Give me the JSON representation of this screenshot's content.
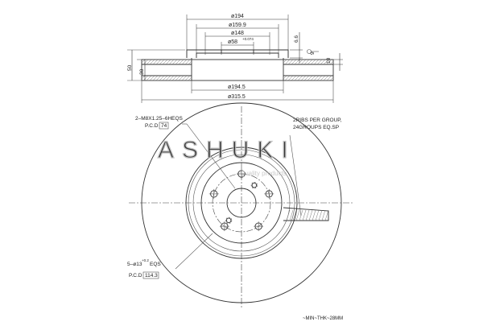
{
  "section": {
    "dims": {
      "d194": "ø194",
      "d159_9": "ø159.9",
      "d148": "ø148",
      "d58": "ø58",
      "d58_tol": "+0.074",
      "d194_5": "ø194.5",
      "d315_5": "ø315.5",
      "h6_6": "6.6",
      "h9": "9",
      "h10": "10",
      "h50": "50",
      "h30": "30"
    }
  },
  "front": {
    "bolt_note": "2–M8X1.25–6HEQS",
    "bolt_pcd_label": "P.C.D",
    "bolt_pcd_value": "74",
    "ribs_line1": "2RIBS PER GROUP,",
    "ribs_line2": "24GROUPS EQ.SP",
    "holes_note": "5–ø13",
    "holes_tol": "+0.2",
    "holes_suffix": "EQS",
    "holes_pcd_label": "P.C.D",
    "holes_pcd_value": "114.3",
    "min_thk": "~MIN~THK~28MM"
  },
  "watermark": {
    "brand": "ASHUKI",
    "tagline": "Quality products"
  }
}
